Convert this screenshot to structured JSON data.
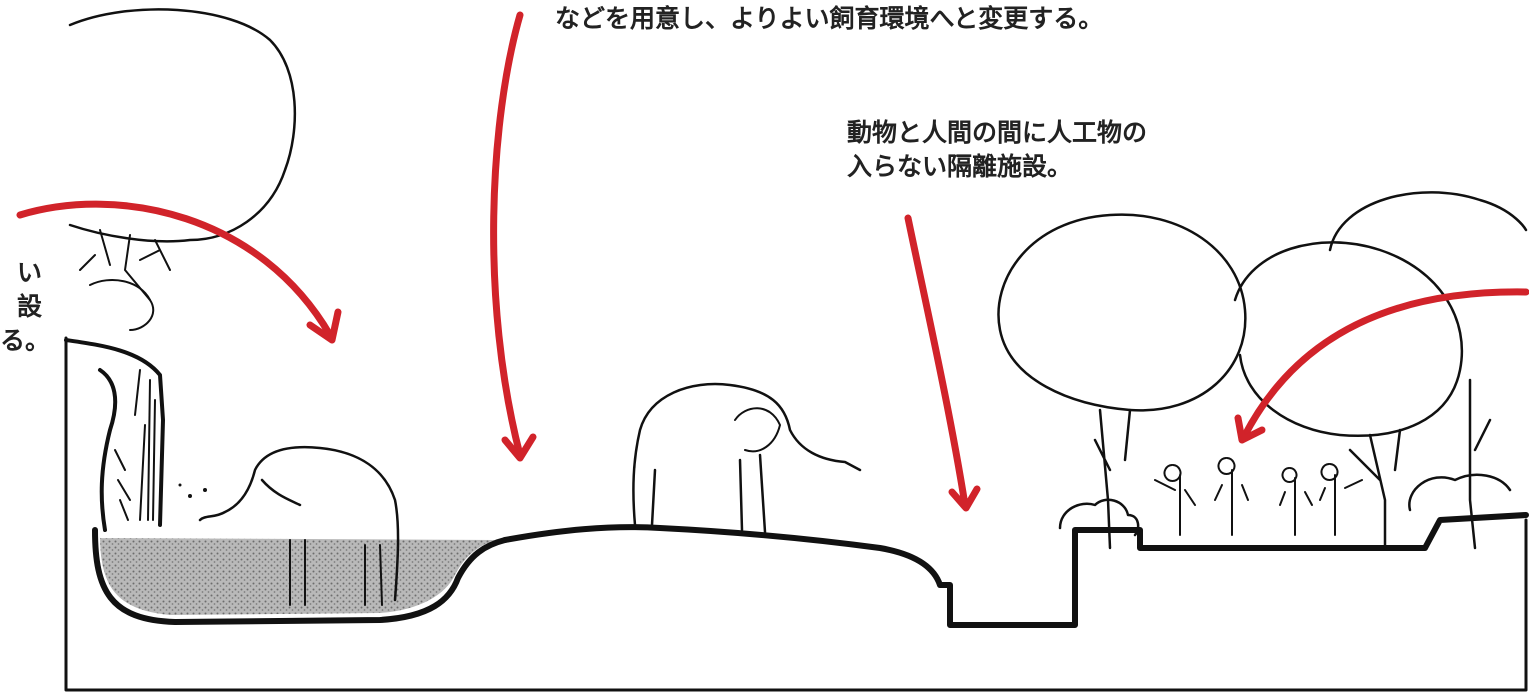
{
  "captions": {
    "top": [
      "などを用意し、よりよい飼育環境へと変更する。"
    ],
    "barrier": [
      "動物と人間の間に人工物の",
      "入らない隔離施設。"
    ],
    "left_fragment": [
      "い",
      "設",
      "る。"
    ]
  },
  "colors": {
    "arrow": "#d1232a",
    "ink": "#111111",
    "water": "#9a9a9a",
    "caption": "#222222"
  },
  "icons": [
    "tree",
    "elephant",
    "waterfall",
    "people",
    "shrub",
    "arrow"
  ]
}
